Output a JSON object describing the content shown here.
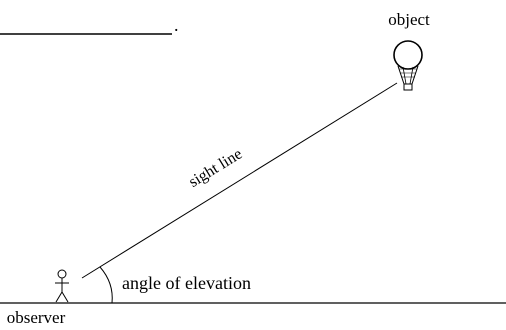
{
  "diagram": {
    "labels": {
      "object": "object",
      "sight_line": "sight line",
      "angle": "angle of elevation",
      "observer": "observer",
      "blank_end": "."
    },
    "icons": {
      "object": "hot-air-balloon-icon",
      "observer": "stick-figure-person-icon"
    },
    "colors": {
      "line": "#000000",
      "background": "#ffffff"
    }
  }
}
